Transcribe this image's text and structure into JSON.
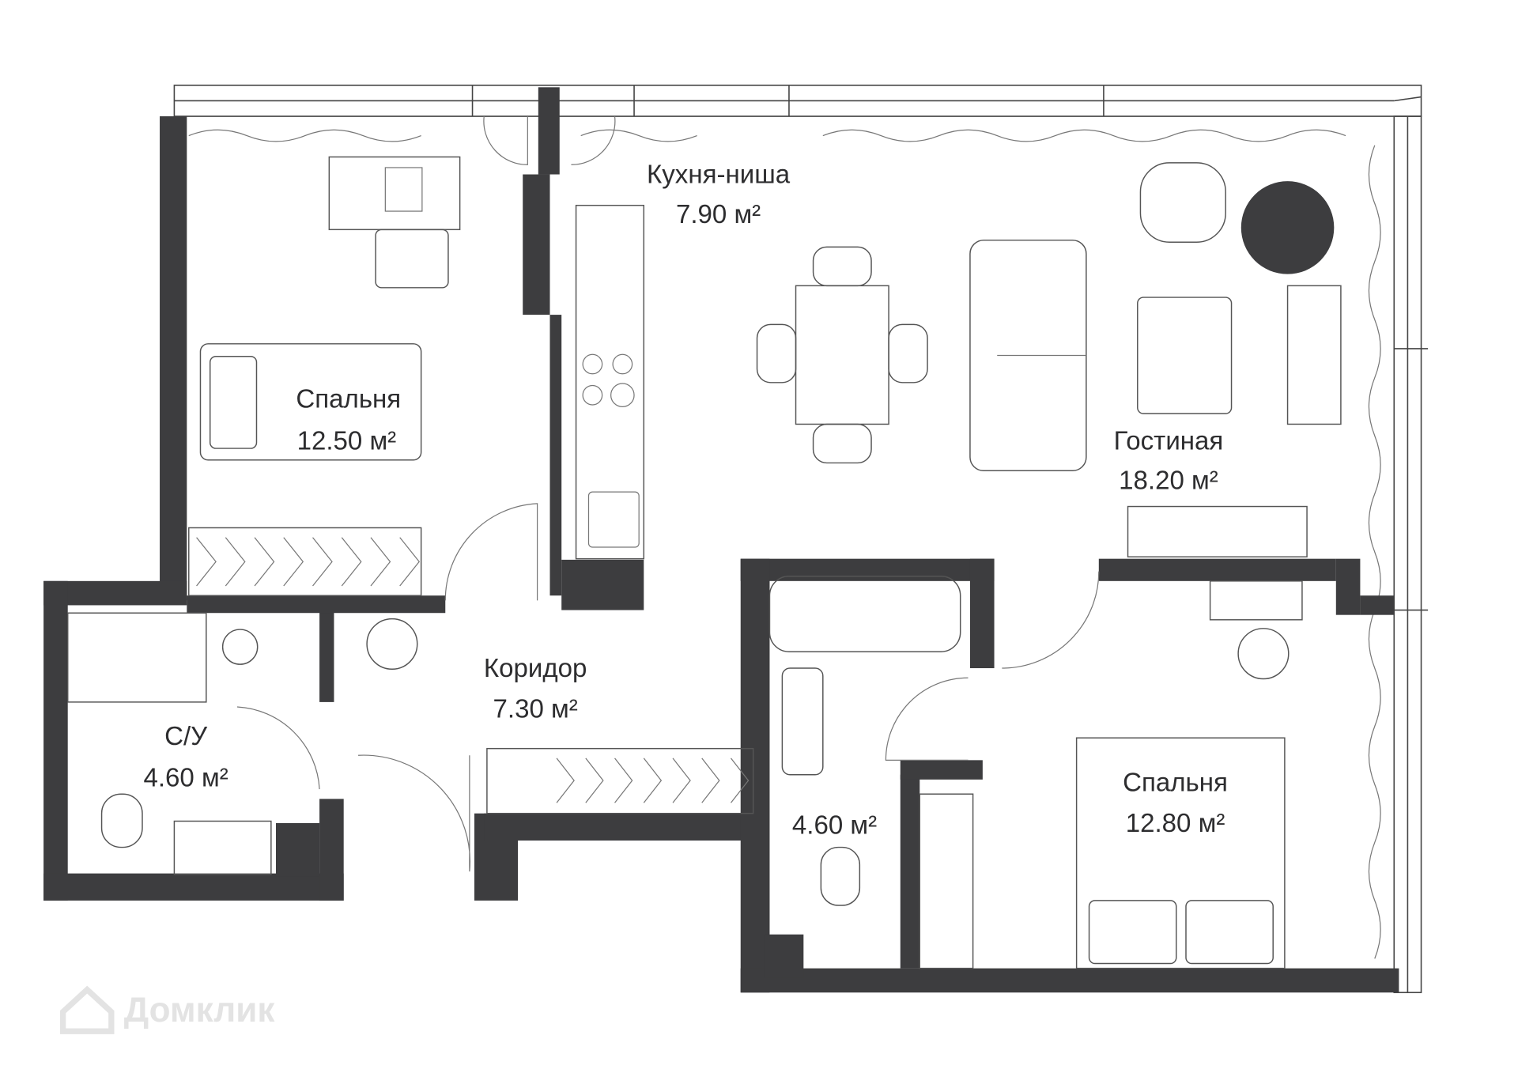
{
  "rooms": [
    {
      "name": "Кухня-ниша",
      "area": "7.90 м²"
    },
    {
      "name": "Спальня",
      "area": "12.50 м²"
    },
    {
      "name": "Гостиная",
      "area": "18.20 м²"
    },
    {
      "name": "Коридор",
      "area": "7.30 м²"
    },
    {
      "name": "С/У",
      "area": "4.60 м²"
    },
    {
      "name": "",
      "area": "4.60 м²"
    },
    {
      "name": "Спальня",
      "area": "12.80 м²"
    }
  ],
  "watermark": "Домклик",
  "colors": {
    "wall": "#3d3d3f",
    "line": "#555555",
    "text": "#2d2d2f"
  }
}
